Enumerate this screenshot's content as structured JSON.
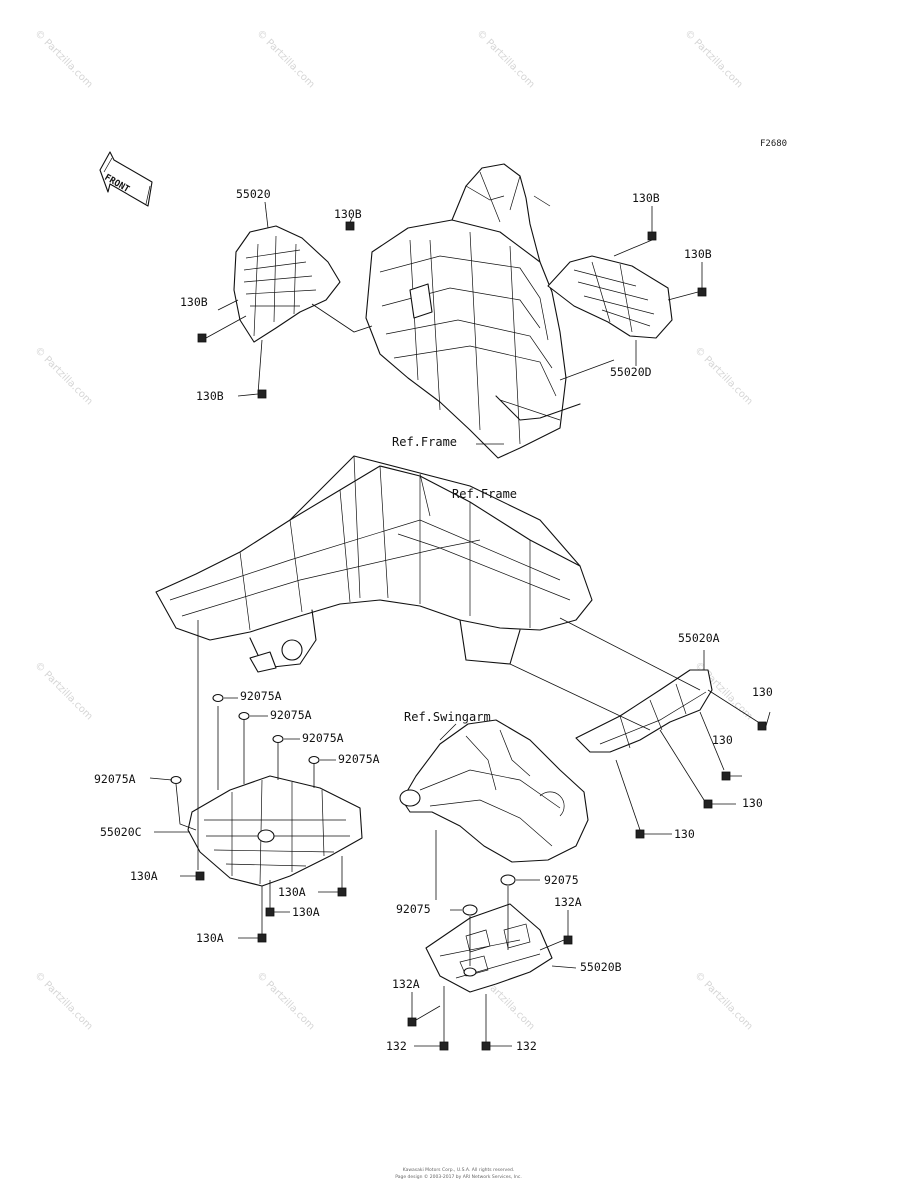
{
  "figure_code": "F2680",
  "front_arrow_text": "FRONT",
  "parts": {
    "p55020": "55020",
    "p55020A": "55020A",
    "p55020B": "55020B",
    "p55020C": "55020C",
    "p55020D": "55020D",
    "p130": "130",
    "p130A": "130A",
    "p130B": "130B",
    "p132": "132",
    "p132A": "132A",
    "p92075": "92075",
    "p92075A": "92075A"
  },
  "refs": {
    "frame": "Ref.Frame",
    "swingarm": "Ref.Swingarm"
  },
  "watermark": "© Partzilla.com",
  "footer": {
    "line1": "Kawasaki Motors Corp., U.S.A. All rights reserved.",
    "line2": "Page design © 2003-2017 by ARI Network Services, Inc."
  }
}
